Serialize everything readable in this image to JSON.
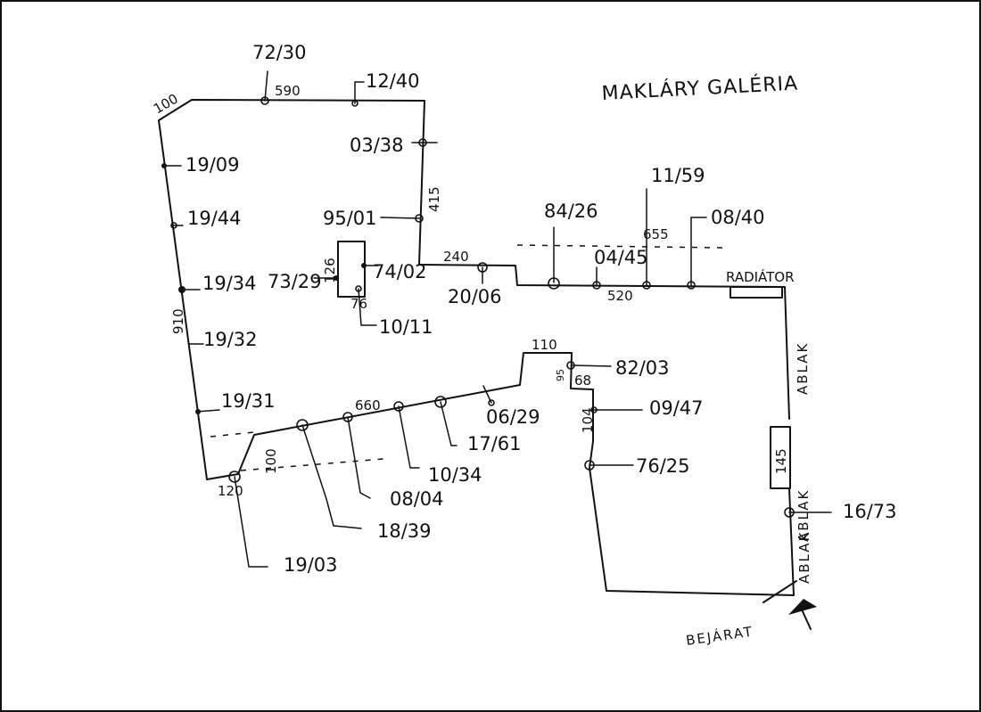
{
  "title": "MAKLÁRY GALÉRIA",
  "entrance": "BEJÁRAT",
  "radiator": "RADIÁTOR",
  "window_left": "ABLAK",
  "window_mid": "ABLAK",
  "window_low": "ABLAK",
  "inv": {
    "n7230": "72/30",
    "n1240": "12/40",
    "n0338": "03/38",
    "n1909": "19/09",
    "n1944": "19/44",
    "n9501": "95/01",
    "n1934": "19/34",
    "n7329": "73/29",
    "n7402": "74/02",
    "n1011": "10/11",
    "n1932": "19/32",
    "n1931": "19/31",
    "n2006": "20/06",
    "n8426": "84/26",
    "n0445": "04/45",
    "n1159": "11/59",
    "n0840": "08/40",
    "n8203": "82/03",
    "n0947": "09/47",
    "n7625": "76/25",
    "n1673": "16/73",
    "n0629": "06/29",
    "n1761": "17/61",
    "n1034": "10/34",
    "n0804": "08/04",
    "n1839": "18/39",
    "n1903": "19/03"
  },
  "dims": {
    "d100a": "100",
    "d590": "590",
    "d415": "415",
    "d910": "910",
    "d240": "240",
    "d126": "126",
    "d76": "76",
    "d520": "520",
    "d655": "655",
    "d110": "110",
    "d95": "95",
    "d68": "68",
    "d104": "104",
    "d145": "145",
    "d660": "660",
    "d100b": "100",
    "d120": "120"
  }
}
